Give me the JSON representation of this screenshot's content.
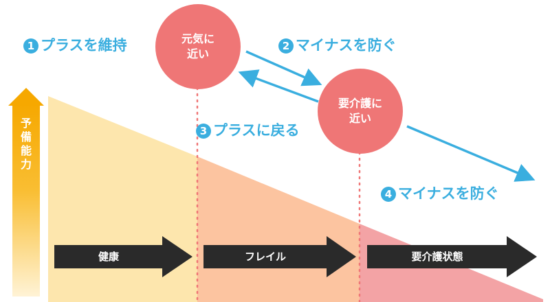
{
  "steps": [
    {
      "num": "1",
      "text": "プラスを維持"
    },
    {
      "num": "2",
      "text": "マイナスを防ぐ"
    },
    {
      "num": "3",
      "text": "プラスに戻る"
    },
    {
      "num": "4",
      "text": "マイナスを防ぐ"
    }
  ],
  "circles": {
    "top": {
      "line1": "元気に",
      "line2": "近い"
    },
    "lower": {
      "line1": "要介護に",
      "line2": "近い"
    }
  },
  "axis_label": [
    "予",
    "備",
    "能",
    "力"
  ],
  "stages": [
    "健康",
    "フレイル",
    "要介護状態"
  ],
  "colors": {
    "accent": "#3aaedf",
    "circle": "#ef7676",
    "zone_healthy": "#fde6ad",
    "zone_frail": "#fcc4a0",
    "zone_care": "#f3a3a5",
    "arrow": "#2a2a2a"
  }
}
